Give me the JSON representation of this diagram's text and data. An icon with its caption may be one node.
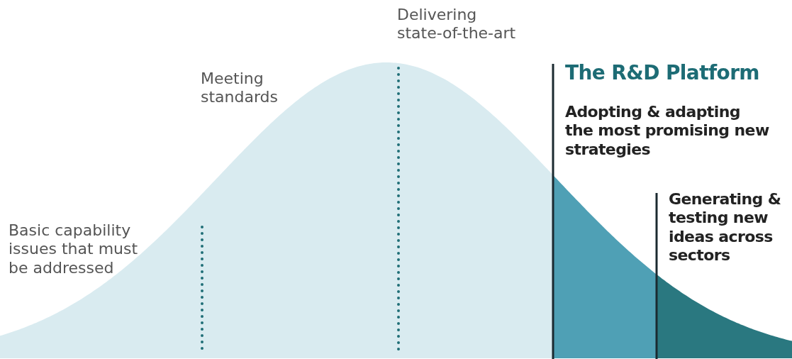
{
  "diagram": {
    "labels": [
      "Delivering state-of-the-art",
      "Meeting standards",
      "Basic capability issues that must be addressed",
      "The R&D Platform",
      "Adopting & adapting the most promising new strategies",
      "Generating & testing new ideas across sectors"
    ]
  }
}
